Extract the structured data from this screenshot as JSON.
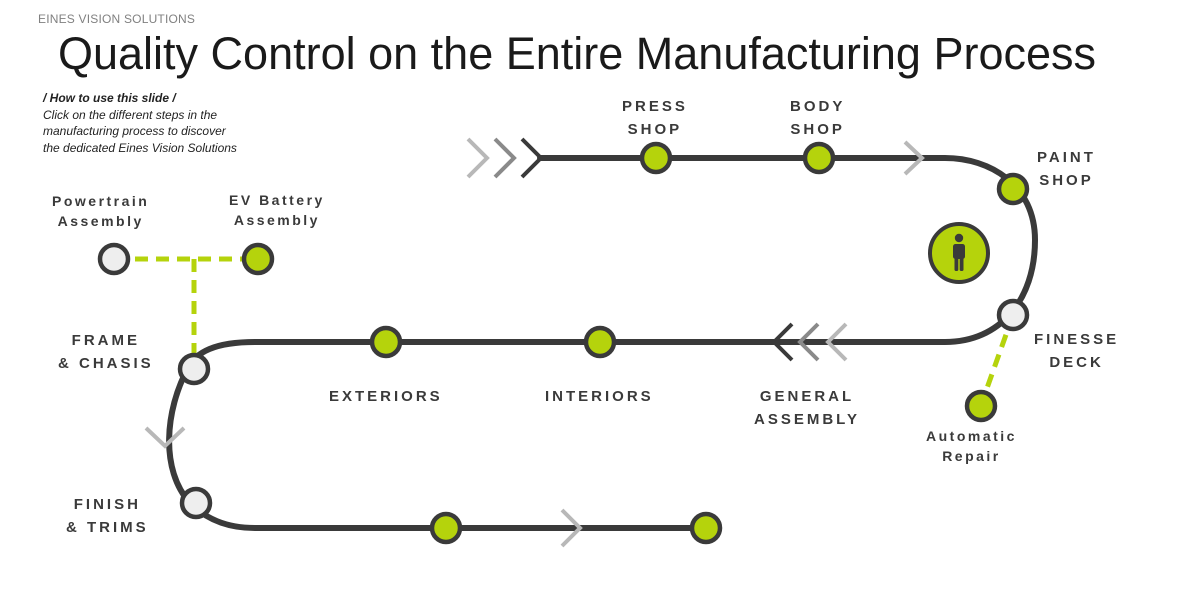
{
  "brand": "EINES VISION SOLUTIONS",
  "title": "Quality Control on the Entire Manufacturing Process",
  "howto": {
    "heading": "/ How to use this slide /",
    "lines": [
      "Click on the different steps in the",
      "manufacturing process to discover",
      "the dedicated Eines Vision Solutions"
    ]
  },
  "steps": {
    "press_shop": [
      "PRESS",
      "SHOP"
    ],
    "body_shop": [
      "BODY",
      "SHOP"
    ],
    "paint_shop": [
      "PAINT",
      "SHOP"
    ],
    "finesse_deck": [
      "FINESSE",
      "DECK"
    ],
    "automatic_repair": [
      "Automatic",
      "Repair"
    ],
    "general_assembly": [
      "GENERAL",
      "ASSEMBLY"
    ],
    "interiors": [
      "INTERIORS"
    ],
    "exteriors": [
      "EXTERIORS"
    ],
    "frame_chasis": [
      "FRAME",
      "& CHASIS"
    ],
    "powertrain_assembly": [
      "Powertrain",
      "Assembly"
    ],
    "ev_battery_assembly": [
      "EV Battery",
      "Assembly"
    ],
    "finish_trims": [
      "FINISH",
      "& TRIMS"
    ]
  },
  "colors": {
    "accent": "#b5d30c",
    "track": "#3a3a3a",
    "node_grey": "#eeeeee",
    "chevron_light": "#b8b8b8",
    "chevron_mid": "#8a8a8a",
    "chevron_dark": "#3a3a3a"
  },
  "icons": {
    "operator": "person-icon"
  }
}
